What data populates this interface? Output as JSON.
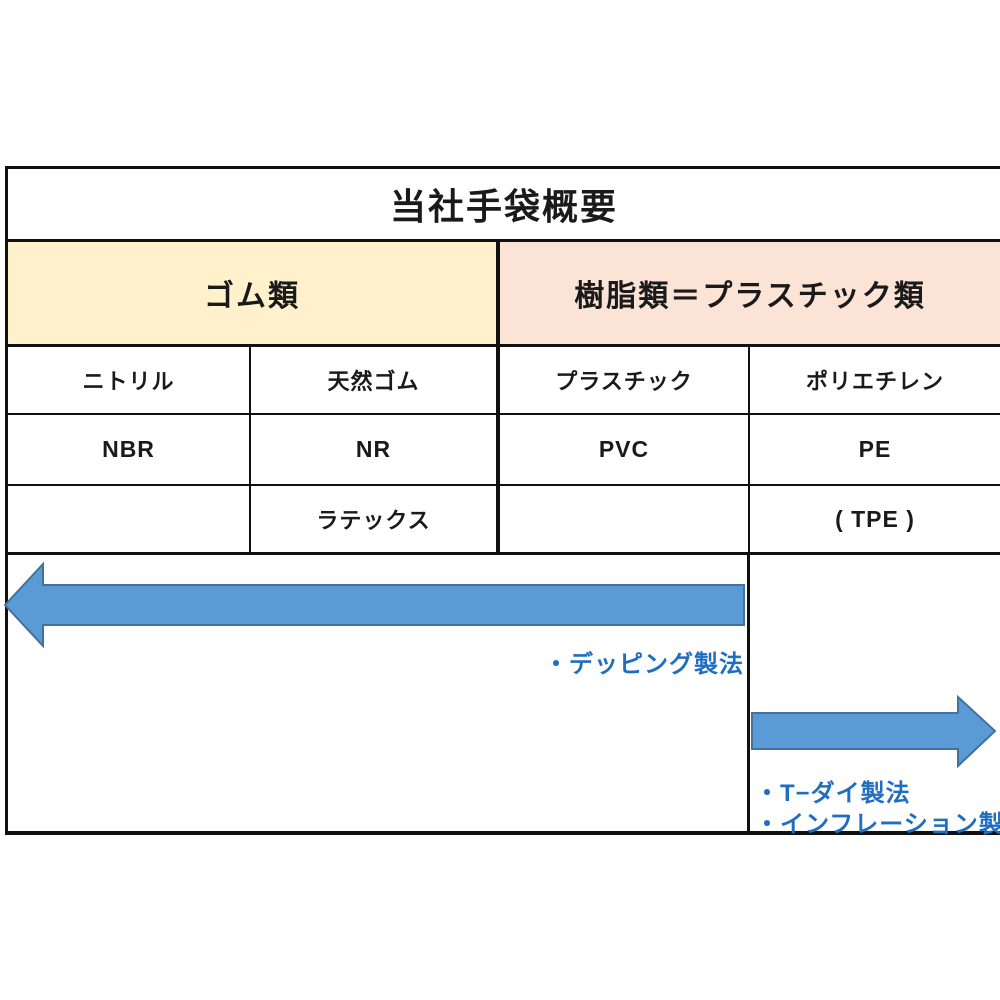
{
  "page": {
    "title": "当社手袋概要"
  },
  "categories": [
    {
      "label": "ゴム類"
    },
    {
      "label": "樹脂類＝プラスチック類"
    }
  ],
  "materials": {
    "headers": [
      "ニトリル",
      "天然ゴム",
      "プラスチック",
      "ポリエチレン"
    ],
    "codes": [
      "NBR",
      "NR",
      "PVC",
      "PE"
    ],
    "extras": [
      "",
      "ラテックス",
      "",
      "( TPE )"
    ]
  },
  "methods": {
    "dipping": "・デッピング製法",
    "t_die": "・T−ダイ製法",
    "inflation": "・インフレーション製法"
  },
  "colors": {
    "rubber_bg": "#FEF1CB",
    "plastic_bg": "#FBE3D6",
    "arrow_fill": "#5B9BD5",
    "arrow_stroke": "#41719C",
    "method_text": "#1F6EC1",
    "border": "#111111"
  }
}
